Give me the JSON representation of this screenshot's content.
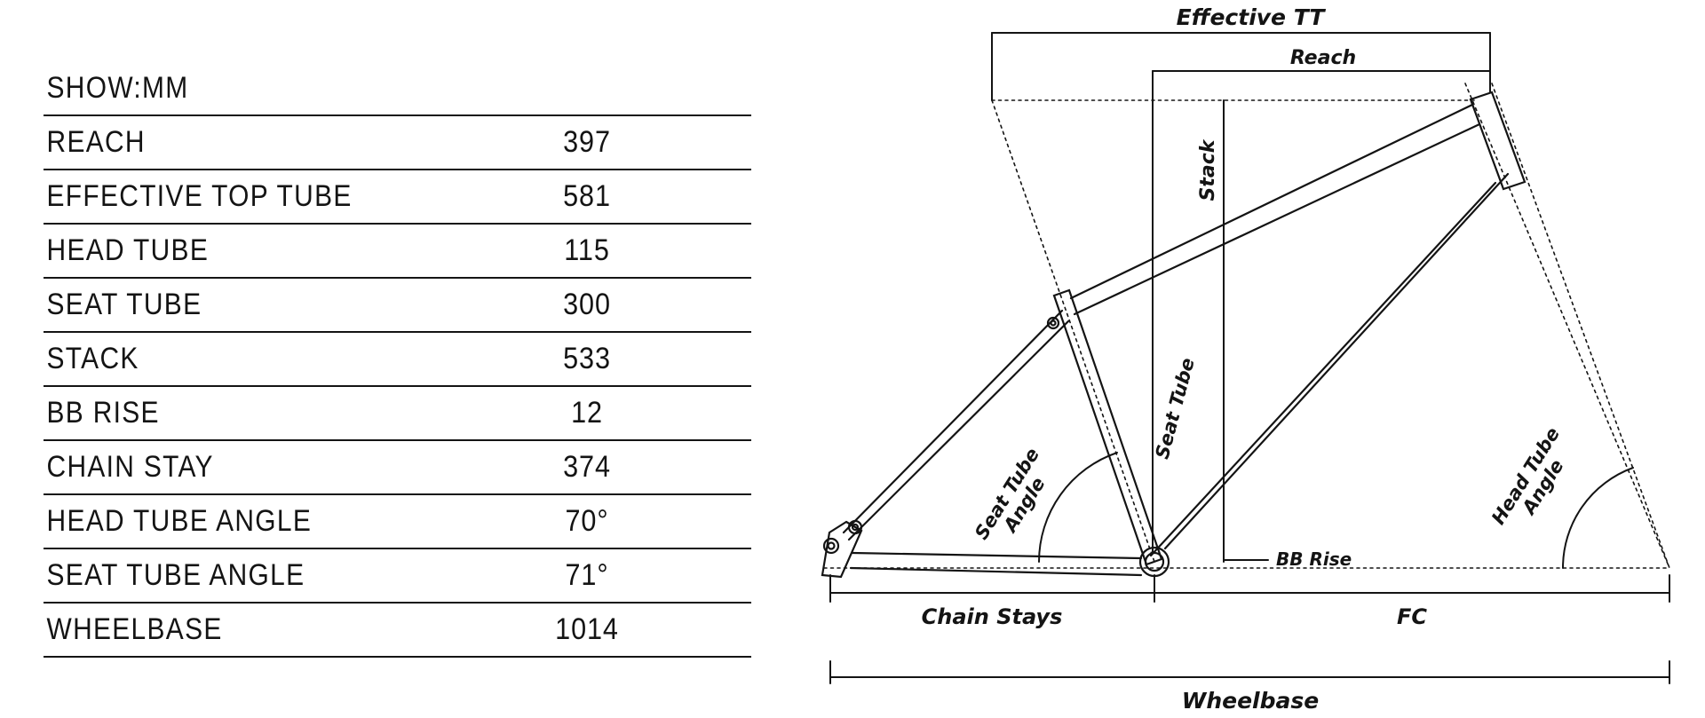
{
  "table": {
    "header": "SHOW:MM",
    "rows": [
      {
        "label": "REACH",
        "value": "397"
      },
      {
        "label": "EFFECTIVE TOP TUBE",
        "value": "581"
      },
      {
        "label": "HEAD TUBE",
        "value": "115"
      },
      {
        "label": "SEAT TUBE",
        "value": "300"
      },
      {
        "label": "STACK",
        "value": "533"
      },
      {
        "label": "BB RISE",
        "value": "12"
      },
      {
        "label": "CHAIN STAY",
        "value": "374"
      },
      {
        "label": "HEAD TUBE ANGLE",
        "value": "70°"
      },
      {
        "label": "SEAT TUBE ANGLE",
        "value": "71°"
      },
      {
        "label": "WHEELBASE",
        "value": "1014"
      }
    ]
  },
  "diagram": {
    "labels": {
      "effective_tt": "Effective TT",
      "reach": "Reach",
      "stack": "Stack",
      "seat_tube": "Seat Tube",
      "seat_tube_angle_1": "Seat Tube",
      "seat_tube_angle_2": "Angle",
      "head_tube_angle_1": "Head Tube",
      "head_tube_angle_2": "Angle",
      "bb_rise": "BB Rise",
      "chain_stays": "Chain Stays",
      "fc": "FC",
      "wheelbase": "Wheelbase"
    },
    "colors": {
      "line": "#141414",
      "background": "#ffffff"
    }
  },
  "chart_data": {
    "type": "table",
    "title": "SHOW:MM",
    "categories": [
      "REACH",
      "EFFECTIVE TOP TUBE",
      "HEAD TUBE",
      "SEAT TUBE",
      "STACK",
      "BB RISE",
      "CHAIN STAY",
      "HEAD TUBE ANGLE",
      "SEAT TUBE ANGLE",
      "WHEELBASE"
    ],
    "values": [
      397,
      581,
      115,
      300,
      533,
      12,
      374,
      70,
      71,
      1014
    ],
    "units": [
      "mm",
      "mm",
      "mm",
      "mm",
      "mm",
      "mm",
      "mm",
      "deg",
      "deg",
      "mm"
    ]
  }
}
